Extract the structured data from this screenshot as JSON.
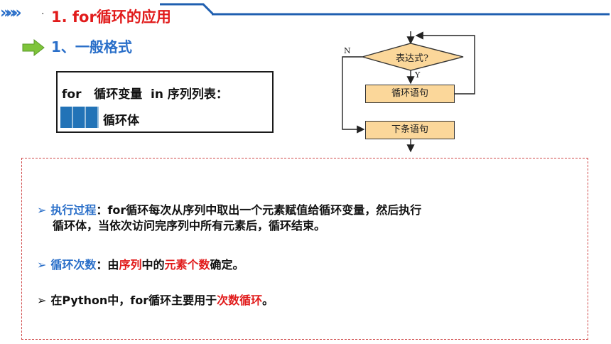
{
  "header": {
    "chevrons": "»»»",
    "dot": "·",
    "title": "1. for循环的应用"
  },
  "subheading": "1、一般格式",
  "syntax": {
    "line1": "for   循环变量  in 序列列表：",
    "line2": "循环体"
  },
  "flowchart": {
    "condition": "表达式?",
    "no_label": "N",
    "yes_label": "Y",
    "body": "循环语句",
    "next": "下条语句"
  },
  "bullets": {
    "b1": {
      "marker": "➢",
      "label": "执行过程",
      "text1": "：for循环每次从序列中取出一个元素赋值给循环变量，然后执行",
      "text2": "循环体，当依次访问完序列中所有元素后，循环结束。"
    },
    "b2": {
      "marker": "➢",
      "label": "循环次数",
      "t1": "：由",
      "r1": "序列",
      "t2": "中的",
      "r2": "元素个数",
      "t3": "确定。"
    },
    "b3": {
      "marker": "➢",
      "t1": "在Python中，for循环主要用于",
      "r1": "次数循环",
      "t2": "。"
    }
  },
  "colors": {
    "accent_blue": "#2a6fc9",
    "accent_red": "#e11b1b",
    "flow_fill": "#fbd79a",
    "border_red": "#d04a4a"
  }
}
